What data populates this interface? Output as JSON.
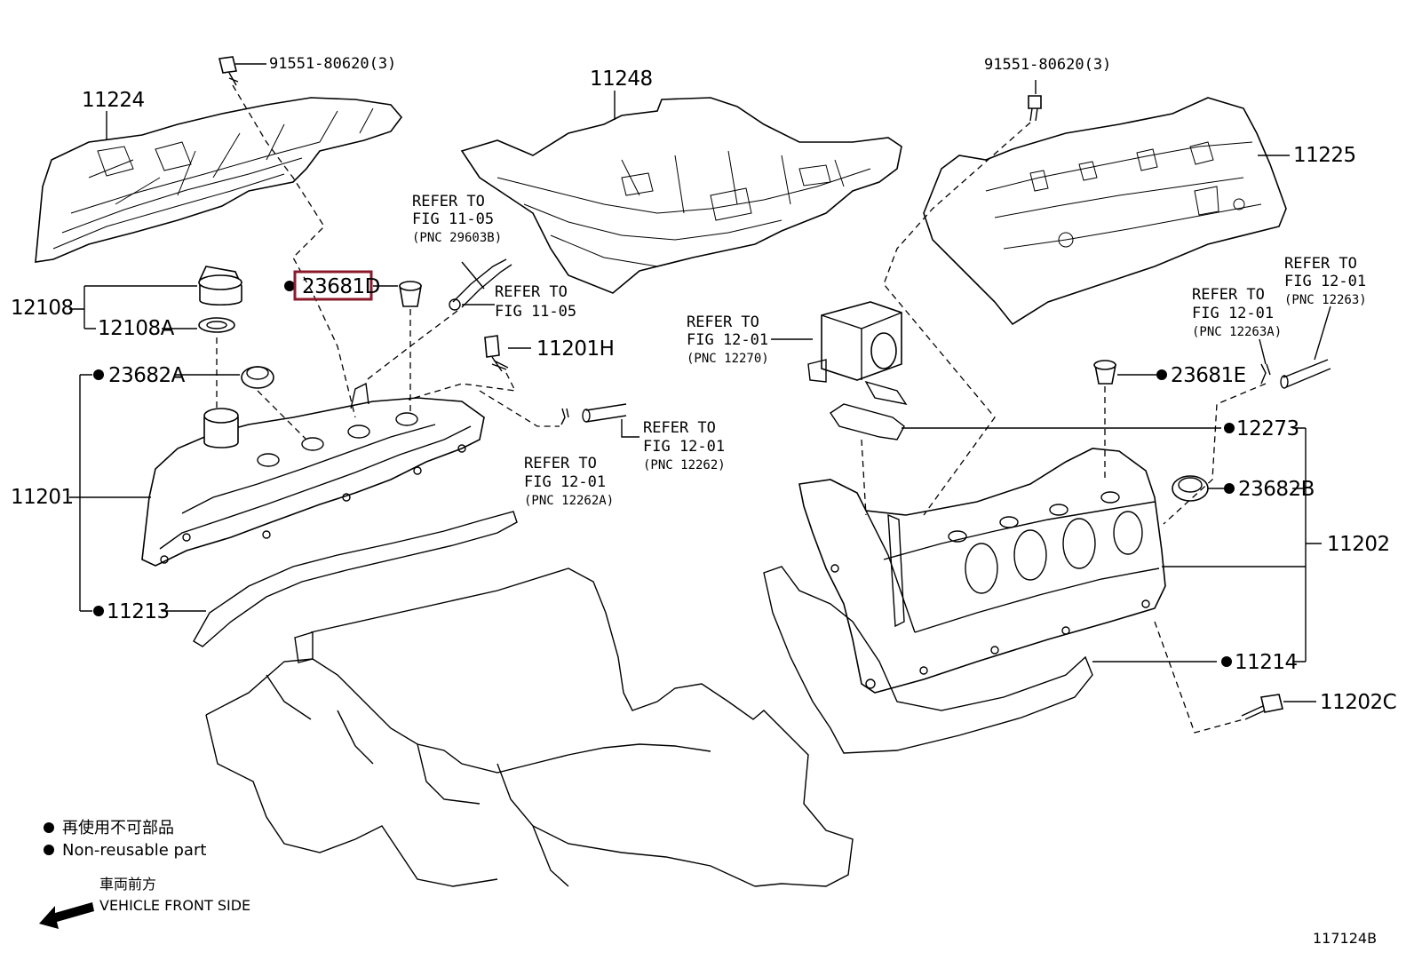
{
  "labels": {
    "p11224": "11224",
    "p11248": "11248",
    "p11225": "11225",
    "bolt_left": "91551-80620(3)",
    "bolt_right": "91551-80620(3)",
    "p12108": "12108",
    "p12108A": "12108A",
    "p23681D": "23681D",
    "p11201H": "11201H",
    "p23682A": "23682A",
    "p11201": "11201",
    "p11213": "11213",
    "p23681E": "23681E",
    "p12273": "12273",
    "p23682B": "23682B",
    "p11202": "11202",
    "p11214": "11214",
    "p11202C": "11202C"
  },
  "refs": {
    "r29603B": [
      "REFER TO",
      "FIG 11-05",
      "(PNC 29603B)"
    ],
    "r1105": [
      "REFER TO",
      "FIG 11-05"
    ],
    "r12270": [
      "REFER TO",
      "FIG 12-01",
      "(PNC 12270)"
    ],
    "r12262": [
      "REFER TO",
      "FIG 12-01",
      "(PNC 12262)"
    ],
    "r12262A": [
      "REFER TO",
      "FIG 12-01",
      "(PNC 12262A)"
    ],
    "r12263A": [
      "REFER TO",
      "FIG 12-01",
      "(PNC 12263A)"
    ],
    "r12263": [
      "REFER TO",
      "FIG 12-01",
      "(PNC 12263)"
    ]
  },
  "legend": {
    "nonreusable_jp": "再使用不可部品",
    "nonreusable_en": "Non-reusable part",
    "front_jp": "車両前方",
    "front_en": "VEHICLE FRONT SIDE"
  },
  "diagram_code": "117124B",
  "highlight": {
    "part": "23681D",
    "color": "#8b1a2b"
  }
}
